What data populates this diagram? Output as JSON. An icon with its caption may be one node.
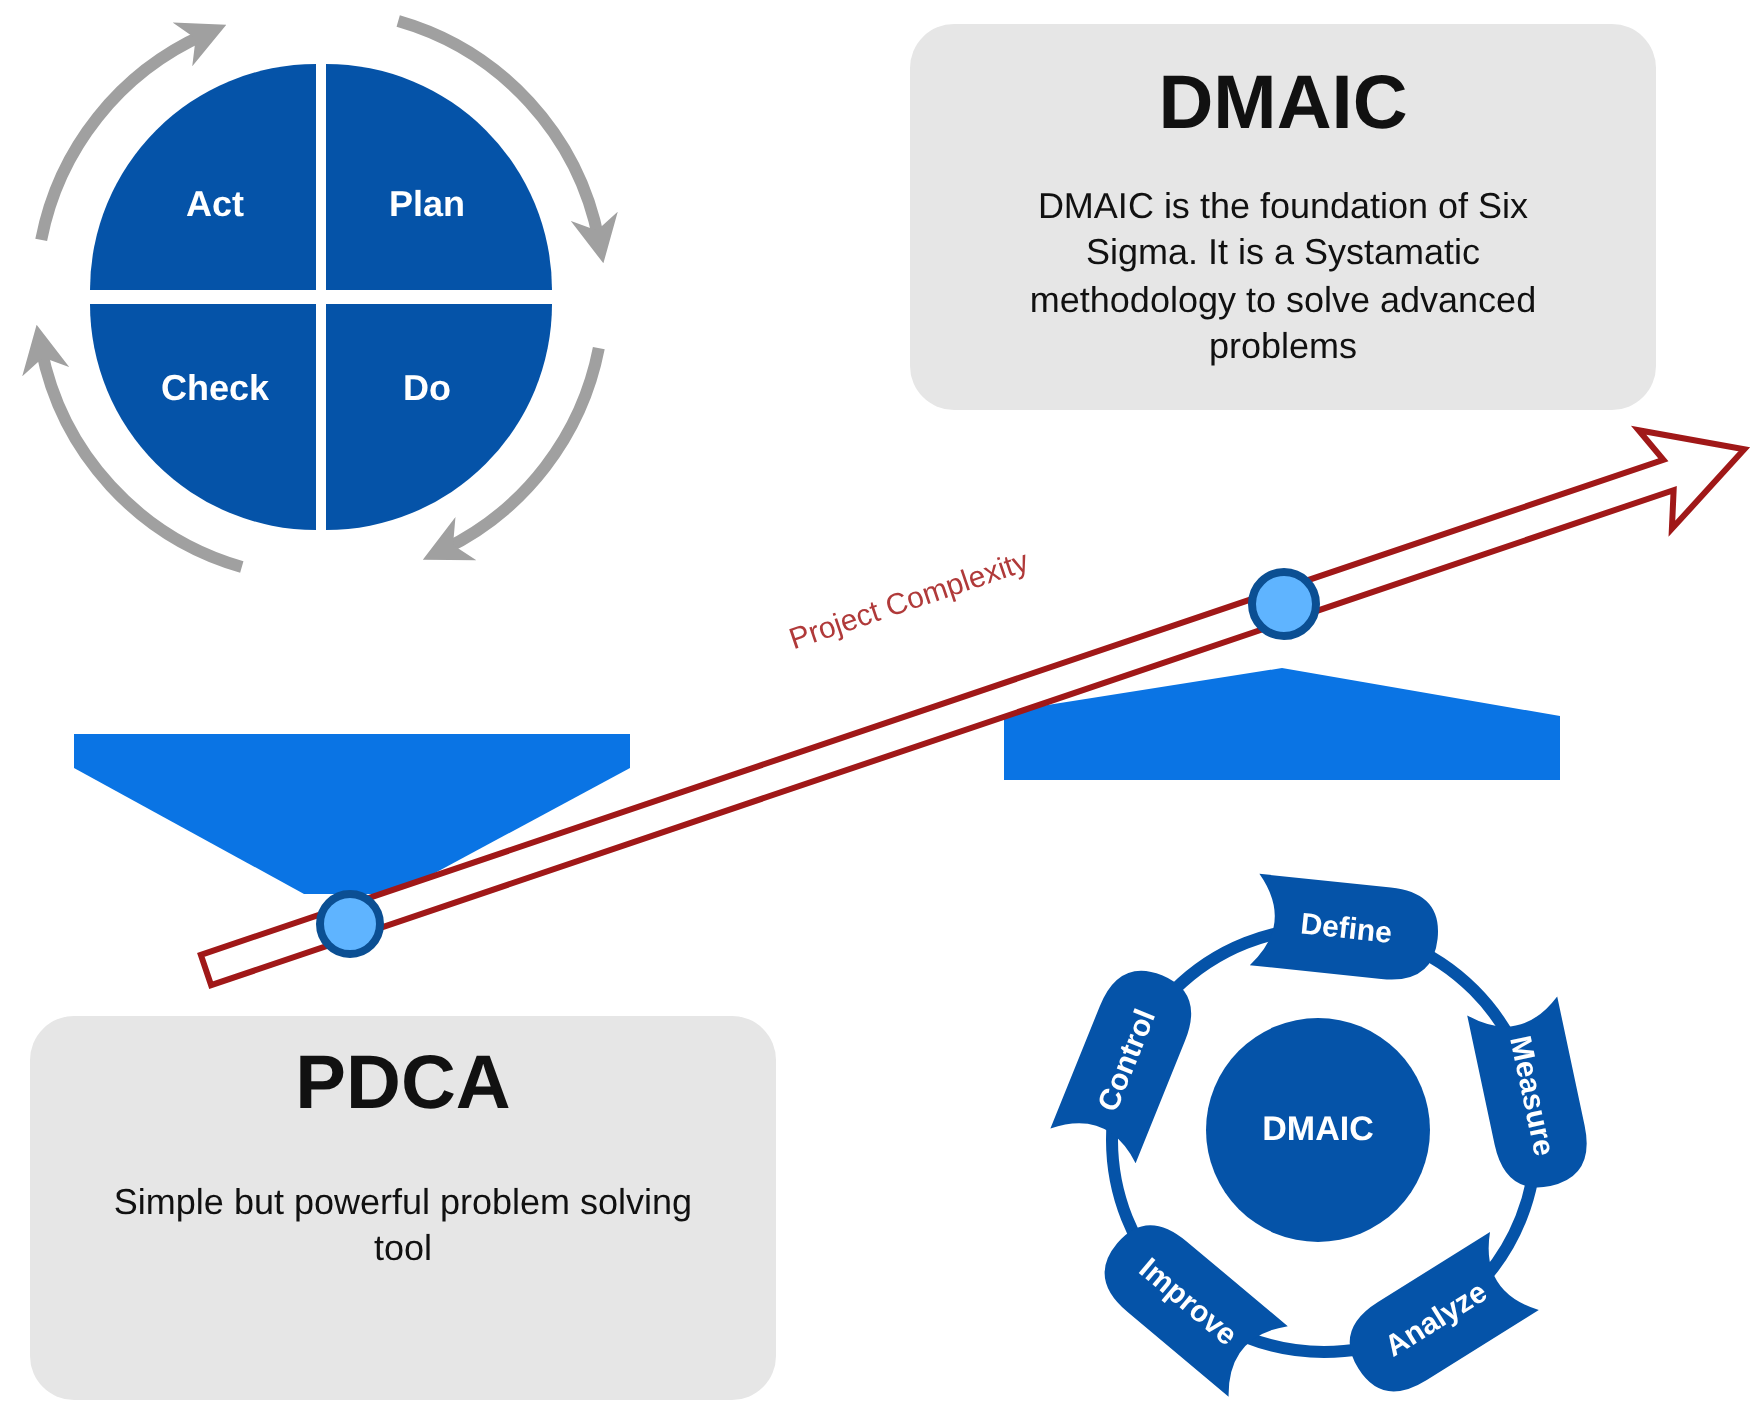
{
  "diagram": {
    "nodes": [
      {
        "text": [
          "Act"
        ]
      },
      {
        "text": [
          "Plan"
        ]
      },
      {
        "text": [
          "Check"
        ]
      },
      {
        "text": [
          "Do"
        ]
      },
      {
        "text": [
          "DMAIC",
          "DMAIC is the foundation of Six Sigma. It is a Systamatic methodology to solve advanced problems"
        ]
      },
      {
        "text": [
          "PDCA",
          "Simple but powerful problem solving tool"
        ]
      },
      {
        "text": [
          "DMAIC"
        ]
      },
      {
        "text": [
          "Define"
        ]
      },
      {
        "text": [
          "Control"
        ]
      },
      {
        "text": [
          "Measure"
        ]
      },
      {
        "text": [
          "Improve"
        ]
      },
      {
        "text": [
          "Analyze"
        ]
      },
      {
        "text": [],
        "shape": "trapezoid"
      },
      {
        "text": [],
        "shape": "trapezoid"
      }
    ],
    "labels": [
      "Project Complexity"
    ]
  }
}
